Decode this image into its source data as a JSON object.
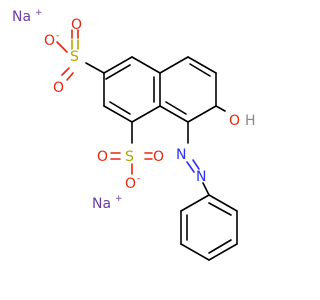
{
  "molecule": {
    "atoms": {
      "na1": "Na",
      "na2": "Na",
      "o1": "O",
      "s1": "S",
      "o2": "O",
      "o3": "O",
      "oh": "O",
      "h": "H",
      "o4": "O",
      "s2": "S",
      "o5": "O",
      "o6": "O",
      "n1": "N",
      "n2": "N"
    },
    "charges": {
      "na1_charge": "+",
      "na2_charge": "+",
      "o1_charge": "-",
      "o6_charge": "-"
    },
    "colors": {
      "bond": "#000000",
      "sodium": "#6b3fa0",
      "oxygen": "#e8250f",
      "sulfur": "#b5a600",
      "nitrogen": "#2a30ff",
      "hydrogen": "#8a8a8a"
    }
  }
}
